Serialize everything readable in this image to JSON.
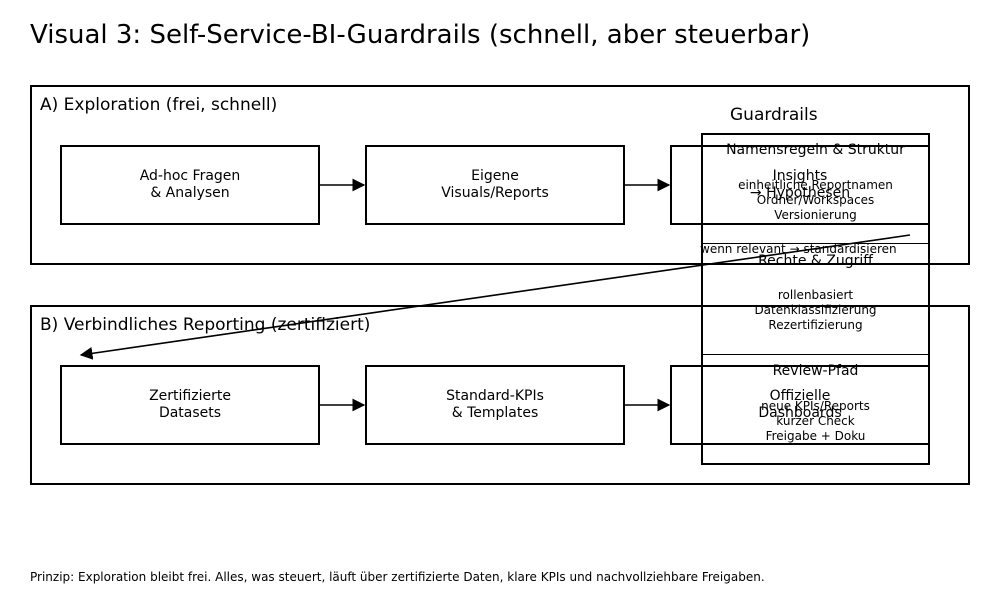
{
  "title": "Visual 3: Self-Service-BI-Guardrails (schnell, aber steuerbar)",
  "section_a": {
    "label": "A) Exploration (frei, schnell)",
    "nodes": [
      {
        "lines": [
          "Ad-hoc Fragen",
          "& Analysen"
        ]
      },
      {
        "lines": [
          "Eigene",
          "Visuals/Reports"
        ]
      },
      {
        "lines": [
          "Insights",
          "→ Hypothesen"
        ]
      }
    ]
  },
  "section_b": {
    "label": "B) Verbindliches Reporting (zertifiziert)",
    "nodes": [
      {
        "lines": [
          "Zertifizierte",
          "Datasets"
        ]
      },
      {
        "lines": [
          "Standard-KPIs",
          "& Templates"
        ]
      },
      {
        "lines": [
          "Offizielle",
          "Dashboards"
        ]
      }
    ]
  },
  "loop_label": "wenn relevant → standardisieren",
  "guardrails": {
    "heading": "Guardrails",
    "groups": [
      {
        "title": "Namensregeln & Struktur",
        "items": [
          "einheitliche Reportnamen",
          "Ordner/Workspaces",
          "Versionierung"
        ]
      },
      {
        "title": "Rechte & Zugriff",
        "items": [
          "rollenbasiert",
          "Datenklassifizierung",
          "Rezertifizierung"
        ]
      },
      {
        "title": "Review-Pfad",
        "items": [
          "neue KPIs/Reports",
          "kurzer Check",
          "Freigabe + Doku"
        ]
      }
    ]
  },
  "footer": "Prinzip: Exploration bleibt frei. Alles, was steuert, läuft über zertifizierte Daten, klare KPIs und nachvollziehbare Freigaben."
}
